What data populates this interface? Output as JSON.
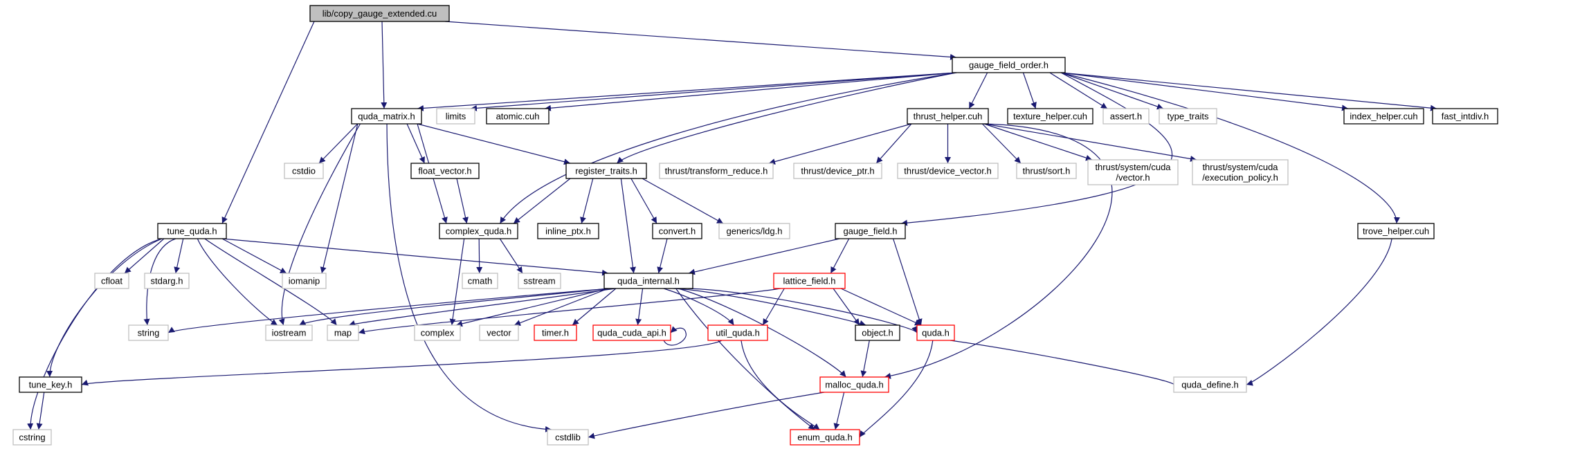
{
  "colors": {
    "edge": "#191970",
    "border_documented": "#000000",
    "border_undocumented": "#bfbfbf",
    "border_incomplete": "#ff0000",
    "root_fill": "#bfbfbf"
  },
  "nodes": {
    "copy_gauge_extended_cu": {
      "label": [
        "lib/copy_gauge_extended.cu"
      ],
      "kind": "root"
    },
    "gauge_field_order_h": {
      "label": [
        "gauge_field_order.h"
      ],
      "kind": "black"
    },
    "quda_matrix_h": {
      "label": [
        "quda_matrix.h"
      ],
      "kind": "black"
    },
    "limits": {
      "label": [
        "limits"
      ],
      "kind": "grey"
    },
    "atomic_cuh": {
      "label": [
        "atomic.cuh"
      ],
      "kind": "black"
    },
    "thrust_helper_cuh": {
      "label": [
        "thrust_helper.cuh"
      ],
      "kind": "black"
    },
    "texture_helper_cuh": {
      "label": [
        "texture_helper.cuh"
      ],
      "kind": "black"
    },
    "assert_h": {
      "label": [
        "assert.h"
      ],
      "kind": "grey"
    },
    "type_traits": {
      "label": [
        "type_traits"
      ],
      "kind": "grey"
    },
    "index_helper_cuh": {
      "label": [
        "index_helper.cuh"
      ],
      "kind": "black"
    },
    "fast_intdiv_h": {
      "label": [
        "fast_intdiv.h"
      ],
      "kind": "black"
    },
    "cstdio": {
      "label": [
        "cstdio"
      ],
      "kind": "grey"
    },
    "float_vector_h": {
      "label": [
        "float_vector.h"
      ],
      "kind": "black"
    },
    "register_traits_h": {
      "label": [
        "register_traits.h"
      ],
      "kind": "black"
    },
    "thrust_transform_reduce_h": {
      "label": [
        "thrust/transform_reduce.h"
      ],
      "kind": "grey"
    },
    "thrust_device_ptr_h": {
      "label": [
        "thrust/device_ptr.h"
      ],
      "kind": "grey"
    },
    "thrust_device_vector_h": {
      "label": [
        "thrust/device_vector.h"
      ],
      "kind": "grey"
    },
    "thrust_sort_h": {
      "label": [
        "thrust/sort.h"
      ],
      "kind": "grey"
    },
    "thrust_system_cuda_vector_h": {
      "label": [
        "thrust/system/cuda",
        "/vector.h"
      ],
      "kind": "grey"
    },
    "thrust_system_cuda_execution_policy_h": {
      "label": [
        "thrust/system/cuda",
        "/execution_policy.h"
      ],
      "kind": "grey"
    },
    "tune_quda_h": {
      "label": [
        "tune_quda.h"
      ],
      "kind": "black"
    },
    "complex_quda_h": {
      "label": [
        "complex_quda.h"
      ],
      "kind": "black"
    },
    "inline_ptx_h": {
      "label": [
        "inline_ptx.h"
      ],
      "kind": "black"
    },
    "convert_h": {
      "label": [
        "convert.h"
      ],
      "kind": "black"
    },
    "generics_ldg_h": {
      "label": [
        "generics/ldg.h"
      ],
      "kind": "grey"
    },
    "gauge_field_h": {
      "label": [
        "gauge_field.h"
      ],
      "kind": "black"
    },
    "trove_helper_cuh": {
      "label": [
        "trove_helper.cuh"
      ],
      "kind": "black"
    },
    "cfloat": {
      "label": [
        "cfloat"
      ],
      "kind": "grey"
    },
    "stdarg_h": {
      "label": [
        "stdarg.h"
      ],
      "kind": "grey"
    },
    "iomanip": {
      "label": [
        "iomanip"
      ],
      "kind": "grey"
    },
    "cmath": {
      "label": [
        "cmath"
      ],
      "kind": "grey"
    },
    "sstream": {
      "label": [
        "sstream"
      ],
      "kind": "grey"
    },
    "quda_internal_h": {
      "label": [
        "quda_internal.h"
      ],
      "kind": "black"
    },
    "lattice_field_h": {
      "label": [
        "lattice_field.h"
      ],
      "kind": "red"
    },
    "string": {
      "label": [
        "string"
      ],
      "kind": "grey"
    },
    "iostream": {
      "label": [
        "iostream"
      ],
      "kind": "grey"
    },
    "map": {
      "label": [
        "map"
      ],
      "kind": "grey"
    },
    "complex": {
      "label": [
        "complex"
      ],
      "kind": "grey"
    },
    "vector": {
      "label": [
        "vector"
      ],
      "kind": "grey"
    },
    "timer_h": {
      "label": [
        "timer.h"
      ],
      "kind": "red"
    },
    "quda_cuda_api_h": {
      "label": [
        "quda_cuda_api.h"
      ],
      "kind": "red"
    },
    "util_quda_h": {
      "label": [
        "util_quda.h"
      ],
      "kind": "red"
    },
    "object_h": {
      "label": [
        "object.h"
      ],
      "kind": "black"
    },
    "quda_h": {
      "label": [
        "quda.h"
      ],
      "kind": "red"
    },
    "tune_key_h": {
      "label": [
        "tune_key.h"
      ],
      "kind": "black"
    },
    "malloc_quda_h": {
      "label": [
        "malloc_quda.h"
      ],
      "kind": "red"
    },
    "quda_define_h": {
      "label": [
        "quda_define.h"
      ],
      "kind": "grey"
    },
    "cstring": {
      "label": [
        "cstring"
      ],
      "kind": "grey"
    },
    "cstdlib": {
      "label": [
        "cstdlib"
      ],
      "kind": "grey"
    },
    "enum_quda_h": {
      "label": [
        "enum_quda.h"
      ],
      "kind": "red"
    }
  },
  "edges": [
    [
      "copy_gauge_extended_cu",
      "gauge_field_order_h"
    ],
    [
      "copy_gauge_extended_cu",
      "quda_matrix_h"
    ],
    [
      "copy_gauge_extended_cu",
      "tune_quda_h"
    ],
    [
      "gauge_field_order_h",
      "quda_matrix_h"
    ],
    [
      "gauge_field_order_h",
      "limits"
    ],
    [
      "gauge_field_order_h",
      "atomic_cuh"
    ],
    [
      "gauge_field_order_h",
      "thrust_helper_cuh"
    ],
    [
      "gauge_field_order_h",
      "texture_helper_cuh"
    ],
    [
      "gauge_field_order_h",
      "assert_h"
    ],
    [
      "gauge_field_order_h",
      "type_traits"
    ],
    [
      "gauge_field_order_h",
      "index_helper_cuh"
    ],
    [
      "gauge_field_order_h",
      "fast_intdiv_h"
    ],
    [
      "gauge_field_order_h",
      "register_traits_h"
    ],
    [
      "gauge_field_order_h",
      "complex_quda_h"
    ],
    [
      "gauge_field_order_h",
      "gauge_field_h"
    ],
    [
      "gauge_field_order_h",
      "trove_helper_cuh"
    ],
    [
      "quda_matrix_h",
      "cstdio"
    ],
    [
      "quda_matrix_h",
      "float_vector_h"
    ],
    [
      "quda_matrix_h",
      "register_traits_h"
    ],
    [
      "quda_matrix_h",
      "complex_quda_h"
    ],
    [
      "quda_matrix_h",
      "iomanip"
    ],
    [
      "quda_matrix_h",
      "iostream"
    ],
    [
      "quda_matrix_h",
      "cstdlib"
    ],
    [
      "thrust_helper_cuh",
      "thrust_transform_reduce_h"
    ],
    [
      "thrust_helper_cuh",
      "thrust_device_ptr_h"
    ],
    [
      "thrust_helper_cuh",
      "thrust_device_vector_h"
    ],
    [
      "thrust_helper_cuh",
      "thrust_sort_h"
    ],
    [
      "thrust_helper_cuh",
      "thrust_system_cuda_vector_h"
    ],
    [
      "thrust_helper_cuh",
      "thrust_system_cuda_execution_policy_h"
    ],
    [
      "thrust_helper_cuh",
      "malloc_quda_h"
    ],
    [
      "float_vector_h",
      "complex_quda_h"
    ],
    [
      "register_traits_h",
      "complex_quda_h"
    ],
    [
      "register_traits_h",
      "inline_ptx_h"
    ],
    [
      "register_traits_h",
      "convert_h"
    ],
    [
      "register_traits_h",
      "generics_ldg_h"
    ],
    [
      "register_traits_h",
      "quda_internal_h"
    ],
    [
      "complex_quda_h",
      "cmath"
    ],
    [
      "complex_quda_h",
      "sstream"
    ],
    [
      "complex_quda_h",
      "complex"
    ],
    [
      "convert_h",
      "quda_internal_h"
    ],
    [
      "tune_quda_h",
      "cfloat"
    ],
    [
      "tune_quda_h",
      "stdarg_h"
    ],
    [
      "tune_quda_h",
      "iomanip"
    ],
    [
      "tune_quda_h",
      "string"
    ],
    [
      "tune_quda_h",
      "iostream"
    ],
    [
      "tune_quda_h",
      "map"
    ],
    [
      "tune_quda_h",
      "tune_key_h"
    ],
    [
      "tune_quda_h",
      "cstring"
    ],
    [
      "tune_quda_h",
      "quda_internal_h"
    ],
    [
      "gauge_field_h",
      "quda_internal_h"
    ],
    [
      "gauge_field_h",
      "lattice_field_h"
    ],
    [
      "gauge_field_h",
      "quda_h"
    ],
    [
      "trove_helper_cuh",
      "quda_define_h"
    ],
    [
      "quda_internal_h",
      "string"
    ],
    [
      "quda_internal_h",
      "iostream"
    ],
    [
      "quda_internal_h",
      "map"
    ],
    [
      "quda_internal_h",
      "complex"
    ],
    [
      "quda_internal_h",
      "vector"
    ],
    [
      "quda_internal_h",
      "timer_h"
    ],
    [
      "quda_internal_h",
      "quda_cuda_api_h"
    ],
    [
      "quda_internal_h",
      "util_quda_h"
    ],
    [
      "quda_internal_h",
      "object_h"
    ],
    [
      "quda_internal_h",
      "quda_h"
    ],
    [
      "quda_internal_h",
      "malloc_quda_h"
    ],
    [
      "quda_internal_h",
      "enum_quda_h"
    ],
    [
      "lattice_field_h",
      "map"
    ],
    [
      "lattice_field_h",
      "util_quda_h"
    ],
    [
      "lattice_field_h",
      "object_h"
    ],
    [
      "lattice_field_h",
      "quda_h"
    ],
    [
      "quda_cuda_api_h",
      "quda_cuda_api_h"
    ],
    [
      "util_quda_h",
      "tune_key_h"
    ],
    [
      "util_quda_h",
      "enum_quda_h"
    ],
    [
      "object_h",
      "malloc_quda_h"
    ],
    [
      "quda_h",
      "quda_define_h"
    ],
    [
      "quda_h",
      "enum_quda_h"
    ],
    [
      "tune_key_h",
      "cstring"
    ],
    [
      "malloc_quda_h",
      "cstdlib"
    ],
    [
      "malloc_quda_h",
      "enum_quda_h"
    ]
  ]
}
